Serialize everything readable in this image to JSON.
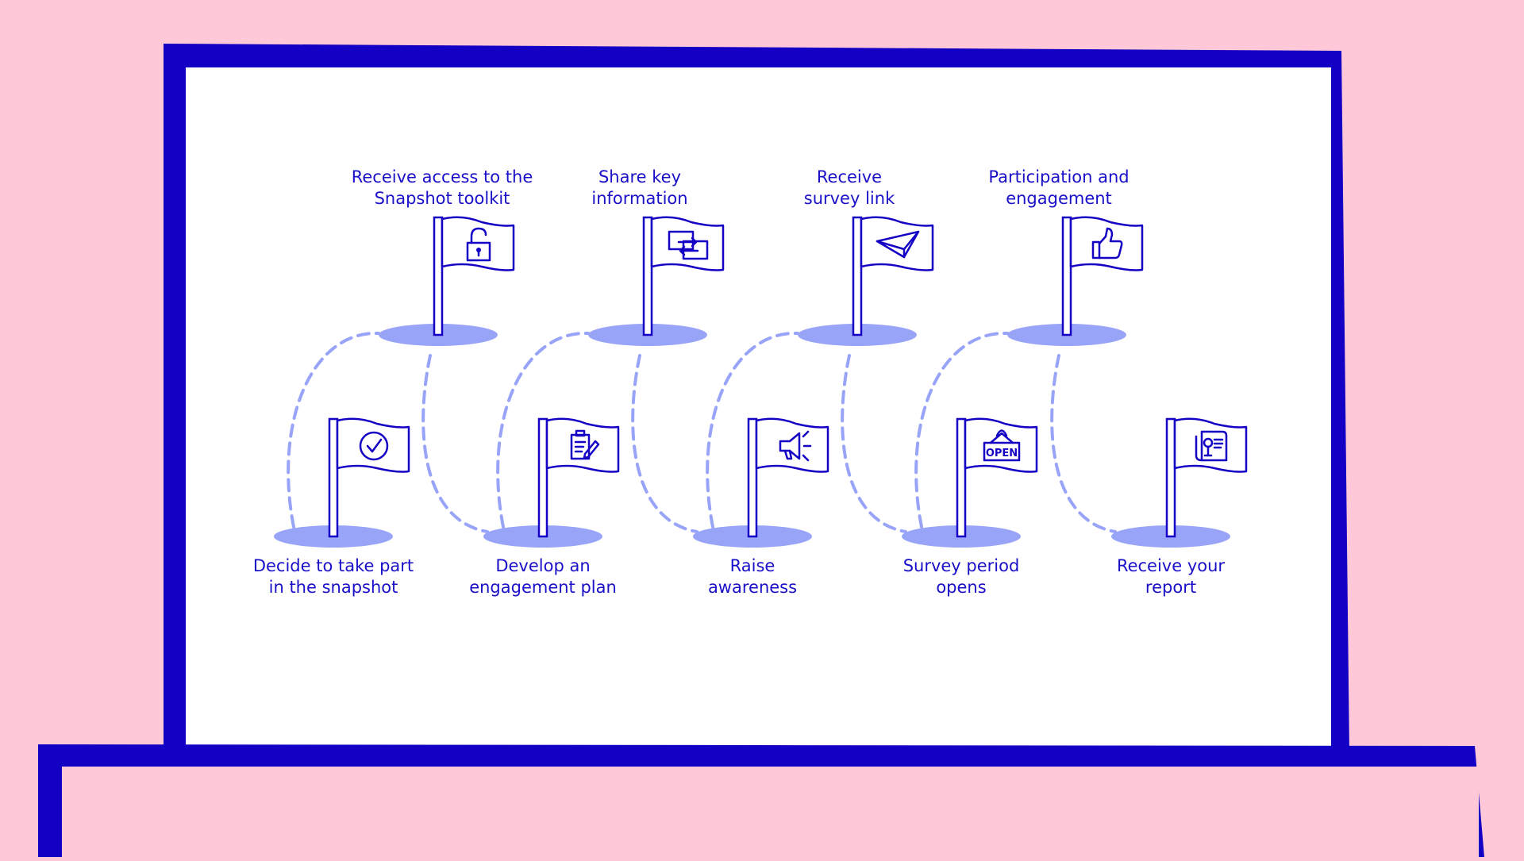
{
  "colors": {
    "background": "#ffc8d8",
    "frame": "#1400c4",
    "screen": "#ffffff",
    "accent": "#98a4f8",
    "label": "#1a10c8"
  },
  "steps_bottom": [
    {
      "line1": "Decide to take part",
      "line2": "in the snapshot",
      "icon": "checkmark-circle-icon"
    },
    {
      "line1": "Develop an",
      "line2": "engagement plan",
      "icon": "clipboard-pencil-icon"
    },
    {
      "line1": "Raise",
      "line2": "awareness",
      "icon": "megaphone-icon"
    },
    {
      "line1": "Survey period",
      "line2": "opens",
      "icon": "open-sign-icon"
    },
    {
      "line1": "Receive your",
      "line2": "report",
      "icon": "report-scroll-icon"
    }
  ],
  "steps_top": [
    {
      "line1": "Receive access to the",
      "line2": "Snapshot toolkit",
      "icon": "unlocked-padlock-icon"
    },
    {
      "line1": "Share key",
      "line2": "information",
      "icon": "exchange-arrows-icon"
    },
    {
      "line1": "Receive",
      "line2": "survey link",
      "icon": "paper-plane-icon"
    },
    {
      "line1": "Participation and",
      "line2": "engagement",
      "icon": "thumbs-up-icon"
    }
  ],
  "open_sign_text": "OPEN"
}
